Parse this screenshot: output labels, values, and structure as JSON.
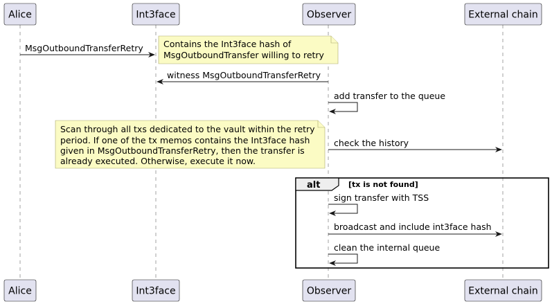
{
  "participants": [
    {
      "id": "alice",
      "label": "Alice"
    },
    {
      "id": "int3face",
      "label": "Int3face"
    },
    {
      "id": "observer",
      "label": "Observer"
    },
    {
      "id": "external",
      "label": "External chain"
    }
  ],
  "messages": [
    {
      "id": "msg-outbound-retry",
      "label": "MsgOutboundTransferRetry"
    },
    {
      "id": "witness-retry",
      "label": "witness MsgOutboundTransferRetry"
    },
    {
      "id": "add-to-queue",
      "label": "add transfer to the queue"
    },
    {
      "id": "check-history",
      "label": "check the history"
    },
    {
      "id": "sign-transfer",
      "label": "sign transfer with TSS"
    },
    {
      "id": "broadcast",
      "label": "broadcast and include int3face hash"
    },
    {
      "id": "clean-queue",
      "label": "clean the internal queue"
    }
  ],
  "notes": [
    {
      "id": "int3face-hash-note",
      "lines": [
        "Contains the Int3face hash of",
        "MsgOutboundTransfer willing to retry"
      ]
    },
    {
      "id": "scan-note",
      "lines": [
        "Scan through all txs dedicated to the vault within the retry",
        "period. If one of the tx memos contains the Int3face hash",
        "given in MsgOutboundTransferRetry, then the transfer is",
        "already executed. Otherwise, execute it now."
      ]
    }
  ],
  "alt": {
    "keyword": "alt",
    "guard": "[tx is not found]"
  }
}
